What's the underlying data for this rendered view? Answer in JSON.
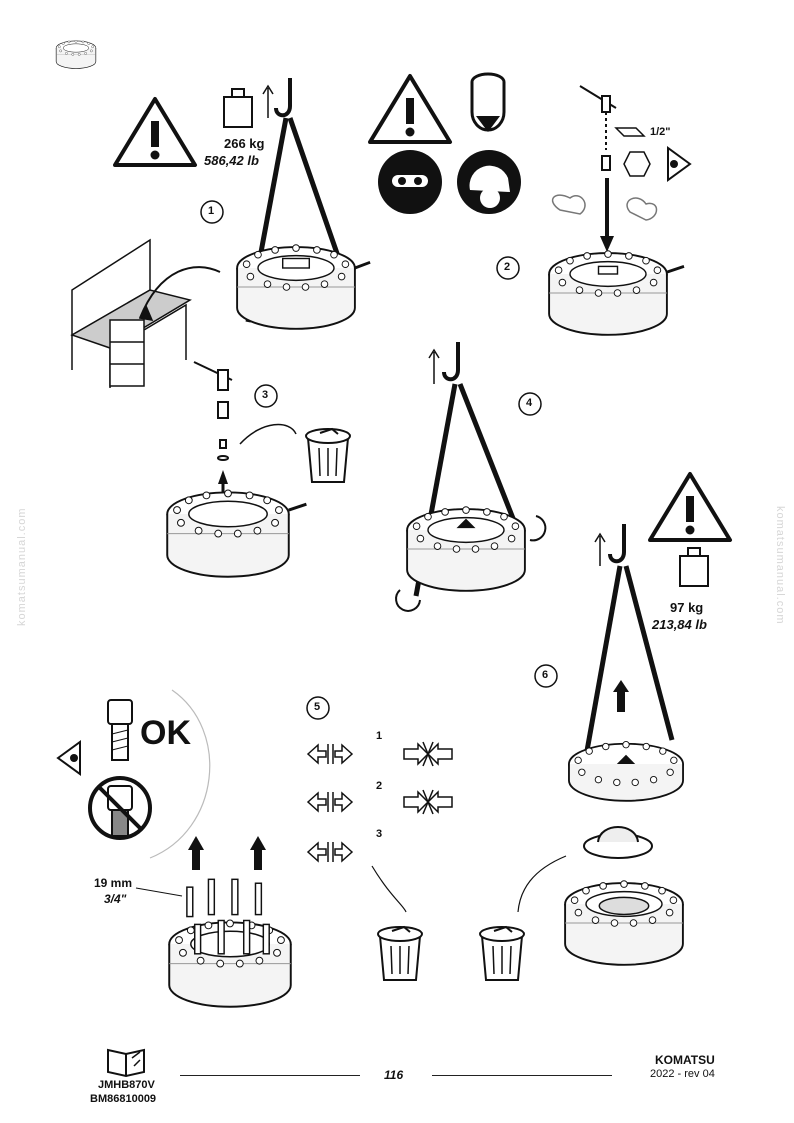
{
  "weights": {
    "w1_kg": "266 kg",
    "w1_lb": "586,42 lb",
    "w2_kg": "97 kg",
    "w2_lb": "213,84 lb"
  },
  "steps": [
    "1",
    "2",
    "3",
    "4",
    "5",
    "6"
  ],
  "step5": {
    "sub1": "1",
    "sub2": "2",
    "sub3": "3"
  },
  "bolts": {
    "ok_label": "OK",
    "size_mm": "19 mm",
    "size_in": "3/4\""
  },
  "wrench": {
    "size_in": "1/2\""
  },
  "watermark": "komatsumanual.com",
  "footer": {
    "doc_code": "JMHB870V",
    "doc_number": "BM86810009",
    "page_number": "116",
    "brand": "KOMATSU",
    "revision": "2022 -  rev 04"
  }
}
